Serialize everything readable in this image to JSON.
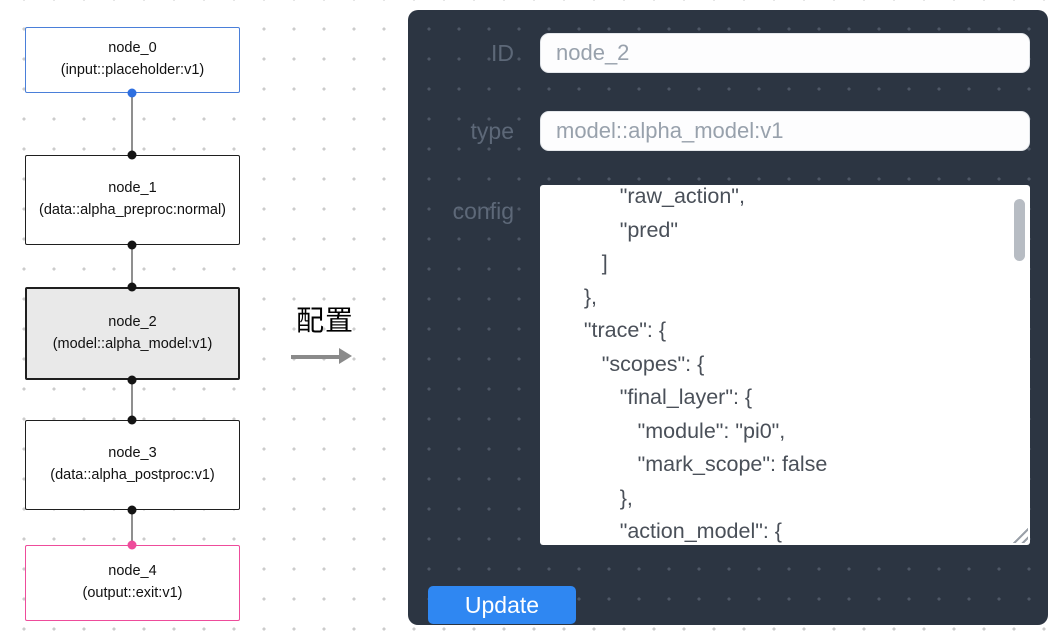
{
  "pipeline": {
    "nodes": [
      {
        "name": "node_0",
        "type": "(input::placeholder:v1)"
      },
      {
        "name": "node_1",
        "type": "(data::alpha_preproc:normal)"
      },
      {
        "name": "node_2",
        "type": "(model::alpha_model:v1)"
      },
      {
        "name": "node_3",
        "type": "(data::alpha_postproc:v1)"
      },
      {
        "name": "node_4",
        "type": "(output::exit:v1)"
      }
    ]
  },
  "transition": {
    "label": "配置"
  },
  "panel": {
    "id_field": {
      "label": "ID",
      "value": "node_2"
    },
    "type_field": {
      "label": "type",
      "value": "model::alpha_model:v1"
    },
    "config_field": {
      "label": "config",
      "value": "           \"raw_action\",\n           \"pred\"\n        ]\n     },\n     \"trace\": {\n        \"scopes\": {\n           \"final_layer\": {\n              \"module\": \"pi0\",\n              \"mark_scope\": false\n           },\n           \"action_model\": {"
    },
    "update_button": "Update"
  },
  "colors": {
    "node_input_border": "#4a7fd9",
    "node_default_border": "#1f1f1f",
    "node_selected_bg": "#e9e9e9",
    "node_output_border": "#ee4c9b",
    "panel_bg": "#2c3542",
    "accent_blue": "#2f87f2"
  }
}
